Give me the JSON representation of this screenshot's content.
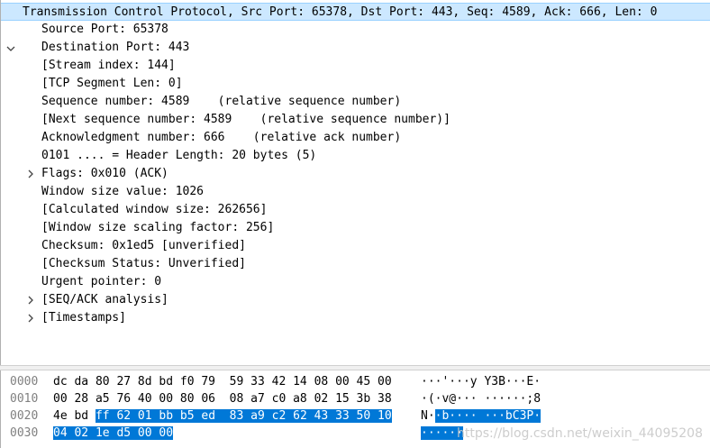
{
  "packet_details": {
    "header_row": "Transmission Control Protocol, Src Port: 65378, Dst Port: 443, Seq: 4589, Ack: 666, Len: 0",
    "fields": [
      {
        "text": "Source Port: 65378",
        "expandable": false
      },
      {
        "text": "Destination Port: 443",
        "expandable": false
      },
      {
        "text": "[Stream index: 144]",
        "expandable": false
      },
      {
        "text": "[TCP Segment Len: 0]",
        "expandable": false
      },
      {
        "text": "Sequence number: 4589    (relative sequence number)",
        "expandable": false
      },
      {
        "text": "[Next sequence number: 4589    (relative sequence number)]",
        "expandable": false
      },
      {
        "text": "Acknowledgment number: 666    (relative ack number)",
        "expandable": false
      },
      {
        "text": "0101 .... = Header Length: 20 bytes (5)",
        "expandable": false
      },
      {
        "text": "Flags: 0x010 (ACK)",
        "expandable": true
      },
      {
        "text": "Window size value: 1026",
        "expandable": false
      },
      {
        "text": "[Calculated window size: 262656]",
        "expandable": false
      },
      {
        "text": "[Window size scaling factor: 256]",
        "expandable": false
      },
      {
        "text": "Checksum: 0x1ed5 [unverified]",
        "expandable": false
      },
      {
        "text": "[Checksum Status: Unverified]",
        "expandable": false
      },
      {
        "text": "Urgent pointer: 0",
        "expandable": false
      },
      {
        "text": "[SEQ/ACK analysis]",
        "expandable": true
      },
      {
        "text": "[Timestamps]",
        "expandable": true
      }
    ]
  },
  "packet_bytes": {
    "rows": [
      {
        "offset": "0000",
        "hex_plain": "dc da 80 27 8d bd f0 79  59 33 42 14 08 00 45 00",
        "hex_hl": "",
        "ascii_plain": "···'···y Y3B···E·",
        "ascii_hl": ""
      },
      {
        "offset": "0010",
        "hex_plain": "00 28 a5 76 40 00 80 06  08 a7 c0 a8 02 15 3b 38",
        "hex_hl": "",
        "ascii_plain": "·(·v@··· ······;8",
        "ascii_hl": ""
      },
      {
        "offset": "0020",
        "hex_plain": "4e bd ",
        "hex_hl": "ff 62 01 bb b5 ed  83 a9 c2 62 43 33 50 10",
        "ascii_plain": "N·",
        "ascii_hl": "·b···· ···bC3P·"
      },
      {
        "offset": "0030",
        "hex_plain": "",
        "hex_hl": "04 02 1e d5 00 00",
        "ascii_plain": "",
        "ascii_hl": "······"
      }
    ]
  },
  "watermark": "https://blog.csdn.net/weixin_44095208",
  "colors": {
    "selected_row_bg": "#cce8ff",
    "byte_highlight_bg": "#0078d7",
    "offset_text": "#808080"
  }
}
